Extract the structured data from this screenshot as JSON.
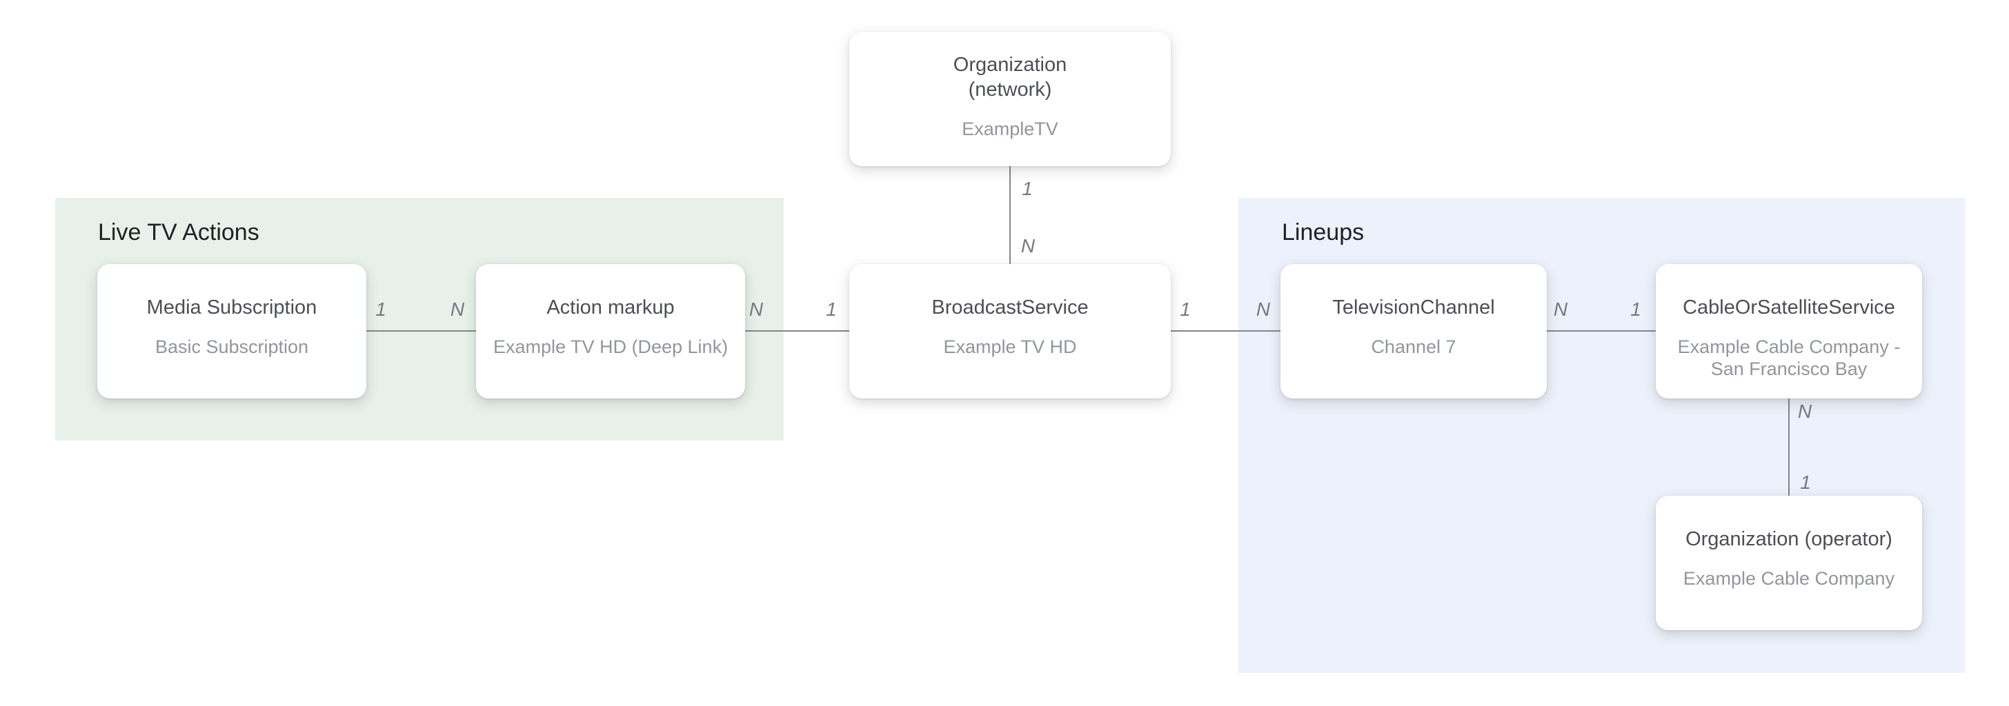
{
  "sections": {
    "live_tv_actions": {
      "label": "Live TV Actions"
    },
    "lineups": {
      "label": "Lineups"
    }
  },
  "nodes": {
    "network": {
      "title": "Organization\n(network)",
      "subtitle": "ExampleTV"
    },
    "media": {
      "title": "Media Subscription",
      "subtitle": "Basic Subscription"
    },
    "action": {
      "title": "Action markup",
      "subtitle": "Example TV HD (Deep Link)"
    },
    "broadcast": {
      "title": "BroadcastService",
      "subtitle": "Example TV HD"
    },
    "channel": {
      "title": "TelevisionChannel",
      "subtitle": "Channel 7"
    },
    "cable": {
      "title": "CableOrSatelliteService",
      "subtitle": "Example Cable Company - San Francisco Bay"
    },
    "operator": {
      "title": "Organization (operator)",
      "subtitle": "Example Cable Company"
    }
  },
  "cardinality": {
    "media_action": {
      "start": "1",
      "end": "N"
    },
    "action_broadcast": {
      "start": "N",
      "end": "1"
    },
    "broadcast_channel": {
      "start": "1",
      "end": "N"
    },
    "channel_cable": {
      "start": "N",
      "end": "1"
    },
    "network_broadcast": {
      "start": "1",
      "end": "N"
    },
    "cable_operator": {
      "start": "N",
      "end": "1"
    }
  },
  "colors": {
    "live_tv_region": "#e8f0ea",
    "lineups_region": "#edf1fb",
    "node_title": "#4b4f54",
    "node_subtitle": "#90969b",
    "connector": "#81868b"
  }
}
